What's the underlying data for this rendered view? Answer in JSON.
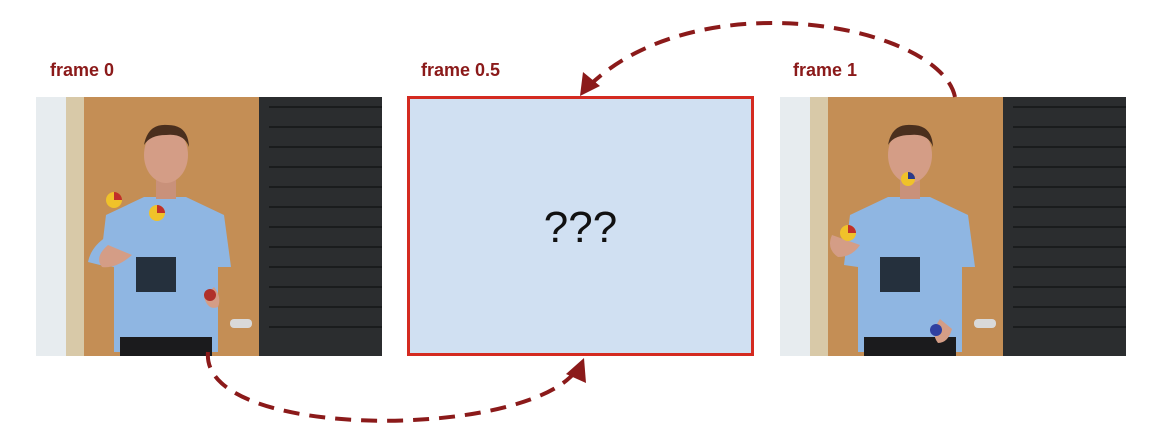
{
  "frames": {
    "left_label": "frame 0",
    "middle_label": "frame 0.5",
    "right_label": "frame 1",
    "middle_placeholder": "???"
  },
  "colors": {
    "label": "#8b1a1a",
    "arrow": "#8b1a1a",
    "placeholder_border": "#d42a20",
    "placeholder_fill": "#d0e0f2"
  }
}
